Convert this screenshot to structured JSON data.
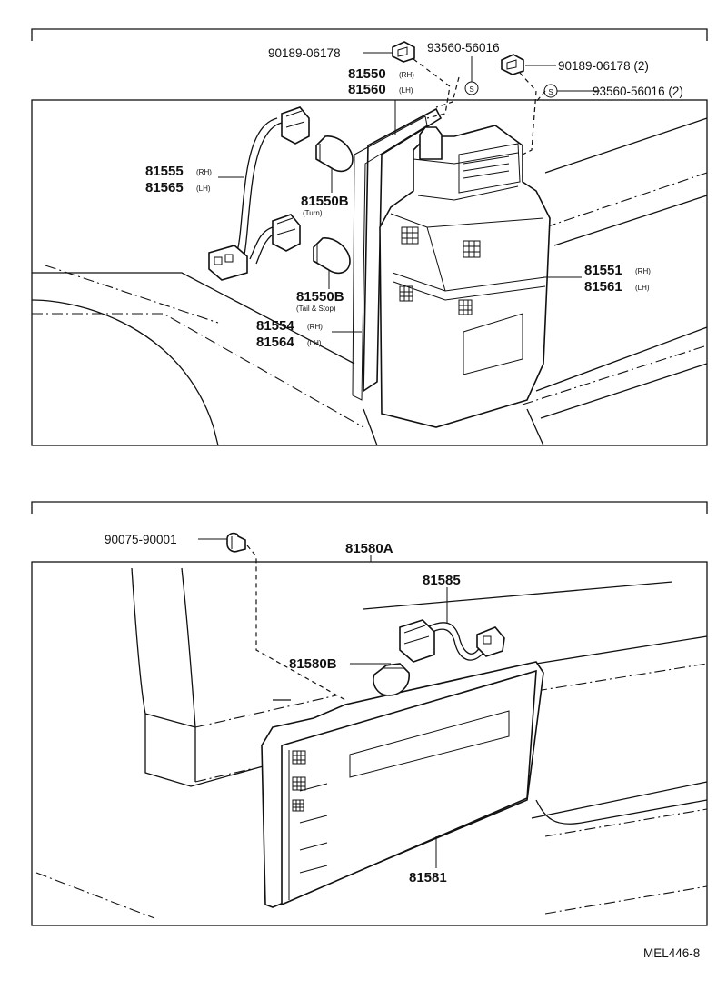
{
  "diagram_code": "MEL446-8",
  "upper": {
    "bracket_label": "",
    "parts": {
      "p90189_a": "90189-06178",
      "p93560_a": "93560-56016",
      "p90189_b": "90189-06178 (2)",
      "p93560_b": "93560-56016 (2)",
      "p81550": "81550",
      "p81550_rh": "(RH)",
      "p81560": "81560",
      "p81560_lh": "(LH)",
      "p81555": "81555",
      "p81555_rh": "(RH)",
      "p81565": "81565",
      "p81565_lh": "(LH)",
      "p81550B_turn": "81550B",
      "turn_note": "(Turn)",
      "p81550B_tail": "81550B",
      "tail_note": "(Tail & Stop)",
      "p81554": "81554",
      "p81554_rh": "(RH)",
      "p81564": "81564",
      "p81564_lh": "(LH)",
      "p81551": "81551",
      "p81551_rh": "(RH)",
      "p81561": "81561",
      "p81561_lh": "(LH)",
      "s_symbol": "S"
    }
  },
  "lower": {
    "parts": {
      "p90075": "90075-90001",
      "p81580A": "81580A",
      "p81585": "81585",
      "p81580B": "81580B",
      "p81581": "81581"
    }
  }
}
